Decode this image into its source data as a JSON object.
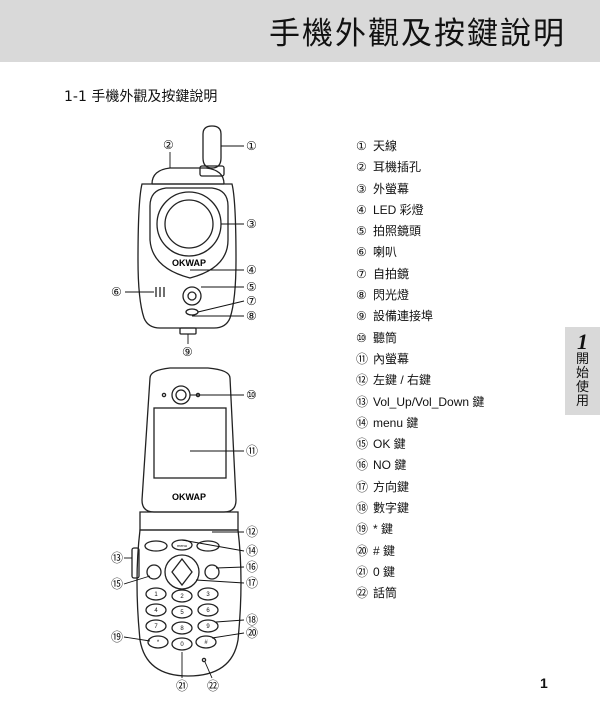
{
  "header": {
    "title": "手機外觀及按鍵說明"
  },
  "section": {
    "title": "1-1 手機外觀及按鍵說明"
  },
  "legend": [
    {
      "num": "①",
      "text": "天線"
    },
    {
      "num": "②",
      "text": "耳機插孔"
    },
    {
      "num": "③",
      "text": "外螢幕"
    },
    {
      "num": "④",
      "text": "LED 彩燈"
    },
    {
      "num": "⑤",
      "text": "拍照鏡頭"
    },
    {
      "num": "⑥",
      "text": "喇叭"
    },
    {
      "num": "⑦",
      "text": "自拍鏡"
    },
    {
      "num": "⑧",
      "text": "閃光燈"
    },
    {
      "num": "⑨",
      "text": "設備連接埠"
    },
    {
      "num": "⑩",
      "text": "聽筒"
    },
    {
      "num": "⑪",
      "text": "內螢幕"
    },
    {
      "num": "⑫",
      "text": "左鍵 / 右鍵"
    },
    {
      "num": "⑬",
      "text": "Vol_Up/Vol_Down 鍵"
    },
    {
      "num": "⑭",
      "text": "menu 鍵"
    },
    {
      "num": "⑮",
      "text": "OK 鍵"
    },
    {
      "num": "⑯",
      "text": "NO 鍵"
    },
    {
      "num": "⑰",
      "text": "方向鍵"
    },
    {
      "num": "⑱",
      "text": "數字鍵"
    },
    {
      "num": "⑲",
      "text": "* 鍵"
    },
    {
      "num": "⑳",
      "text": "# 鍵"
    },
    {
      "num": "㉑",
      "text": "0 鍵"
    },
    {
      "num": "㉒",
      "text": "話筒"
    }
  ],
  "phone": {
    "brand": "OKWAP",
    "menu_key": "menu",
    "callouts": [
      "①",
      "②",
      "③",
      "④",
      "⑤",
      "⑥",
      "⑦",
      "⑧",
      "⑨",
      "⑩",
      "⑪",
      "⑫",
      "⑬",
      "⑭",
      "⑮",
      "⑯",
      "⑰",
      "⑱",
      "⑲",
      "⑳",
      "㉑",
      "㉒"
    ],
    "keypad": [
      "1",
      "2",
      "3",
      "4",
      "5",
      "6",
      "7",
      "8",
      "9",
      "*",
      "0",
      "#"
    ]
  },
  "side_tab": {
    "number": "1",
    "chars": [
      "開",
      "始",
      "使",
      "用"
    ]
  },
  "page_number": "1"
}
